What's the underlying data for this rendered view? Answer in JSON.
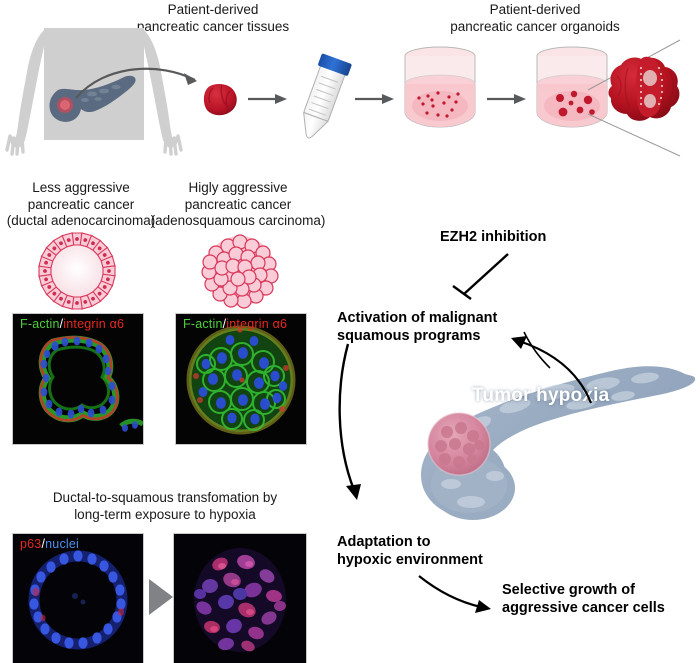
{
  "figure": {
    "title_top_left": "Patient-derived\npancreatic cancer tissues",
    "title_top_right": "Patient-derived\npancreatic cancer organoids"
  },
  "schematics": {
    "less_aggressive_caption": "Less aggressive\npancreatic cancer\n(ductal adenocarcinoma)",
    "highly_aggressive_caption": "Higly aggressive\npancreatic cancer\n(adenosquamous carcinoma)"
  },
  "microscopy": {
    "actin_label_part1": "F-actin",
    "actin_label_sep": "/",
    "actin_label_part2": "integrin α6",
    "p63_label_part1": "p63",
    "p63_label_sep": "/",
    "p63_label_part2": "nuclei",
    "hypoxia_caption": "Ductal-to-squamous transfomation by\nlong-term exposure to hypoxia"
  },
  "pathway": {
    "ezh2_inhibition": "EZH2 inhibition",
    "activation_squamous": "Activation of malignant\nsquamous programs",
    "adaptation_hypoxic": "Adaptation to\nhypoxic environment",
    "selective_growth": "Selective growth of\naggressive cancer cells",
    "tumor_hypoxia": "Tumor hypoxia"
  },
  "colors": {
    "body_silhouette": "#cfcfcf",
    "pancreas_organ": "#5a6a80",
    "tumor_red": "#c0182c",
    "tube_cap_blue": "#1f5fbf",
    "dish_media_pink": "#f6d3d6",
    "organoid_dark_red": "#b51726",
    "pancreas_blue": "#9fb1c6",
    "tumor_nodule_pink": "#d9889c",
    "schematic_pink_fill": "#f8c9d4",
    "schematic_pink_stroke": "#d8385a",
    "arrow_gray": "#58595b",
    "arrow_black": "#000000",
    "triangle_gray": "#808285"
  }
}
